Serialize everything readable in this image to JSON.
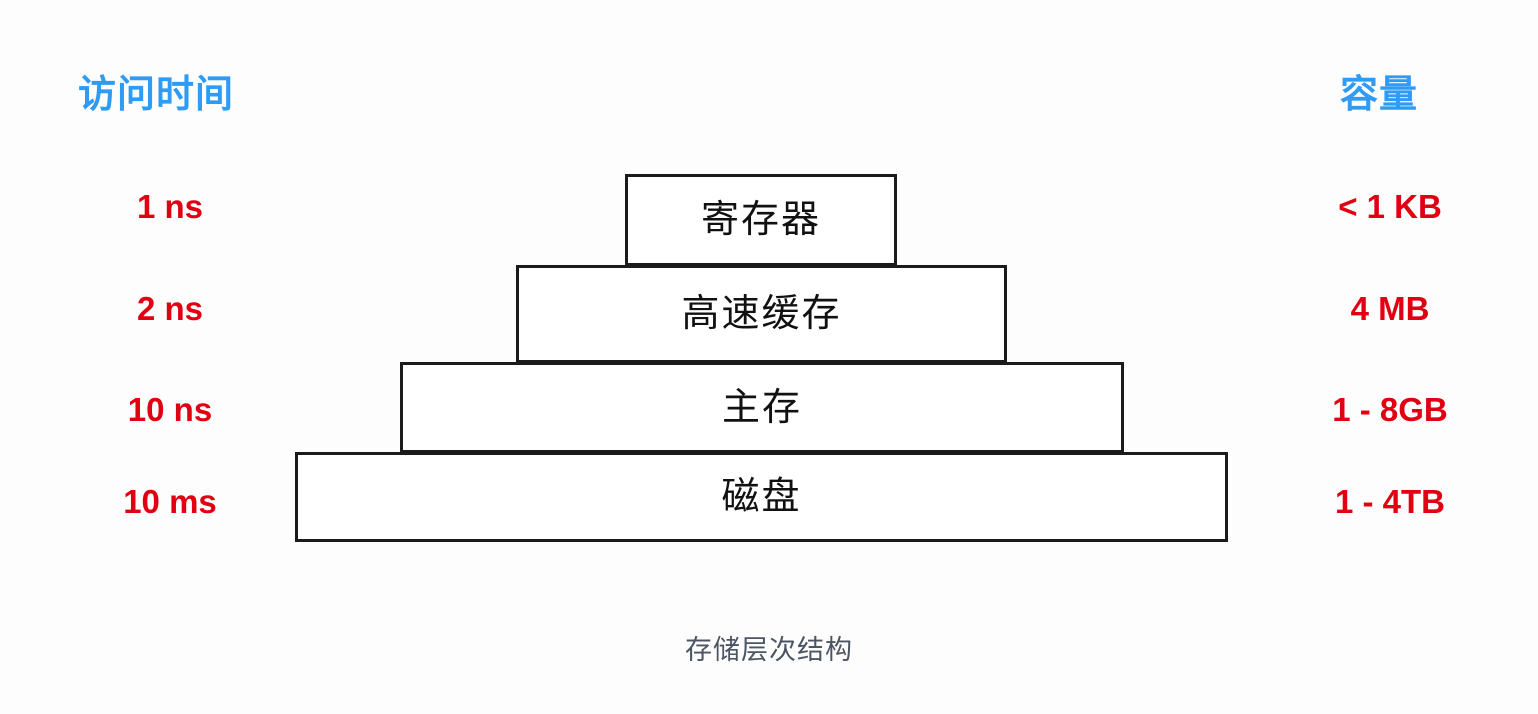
{
  "diagram": {
    "caption": "存储层次结构",
    "colors": {
      "header_blue": "#2e9bf5",
      "value_red": "#e00011",
      "tier_border": "#1b1b1b",
      "tier_fill": "#ffffff",
      "caption_gray": "#4b5563",
      "background": "#fdfdfd"
    },
    "headers": {
      "left": "访问时间",
      "right": "容量"
    },
    "levels": [
      {
        "name": "寄存器",
        "access_time": "1 ns",
        "capacity": "< 1 KB"
      },
      {
        "name": "高速缓存",
        "access_time": "2 ns",
        "capacity": "4 MB"
      },
      {
        "name": "主存",
        "access_time": "10 ns",
        "capacity": "1 - 8GB"
      },
      {
        "name": "磁盘",
        "access_time": "10 ms",
        "capacity": "1 - 4TB"
      }
    ]
  }
}
